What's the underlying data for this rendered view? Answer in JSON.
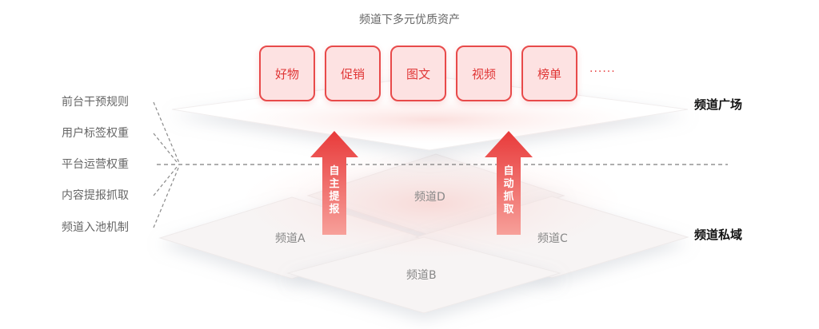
{
  "title": "频道下多元优质资产",
  "assets": [
    "好物",
    "促销",
    "图文",
    "视频",
    "榜单"
  ],
  "more": "······",
  "rules": [
    "前台干预规则",
    "用户标签权重",
    "平台运营权重",
    "内容提报抓取",
    "频道入池机制"
  ],
  "levels": {
    "top": "频道广场",
    "bottom": "频道私域"
  },
  "channels": {
    "a": "频道A",
    "b": "频道B",
    "c": "频道C",
    "d": "频道D"
  },
  "arrows": {
    "left": "自主提报",
    "right": "自动抓取"
  },
  "colors": {
    "accent": "#e84a4a",
    "chip_fill": "#fde2e2",
    "text_gray": "#666666"
  },
  "icons": {
    "up_arrow": "up-arrow-icon"
  }
}
